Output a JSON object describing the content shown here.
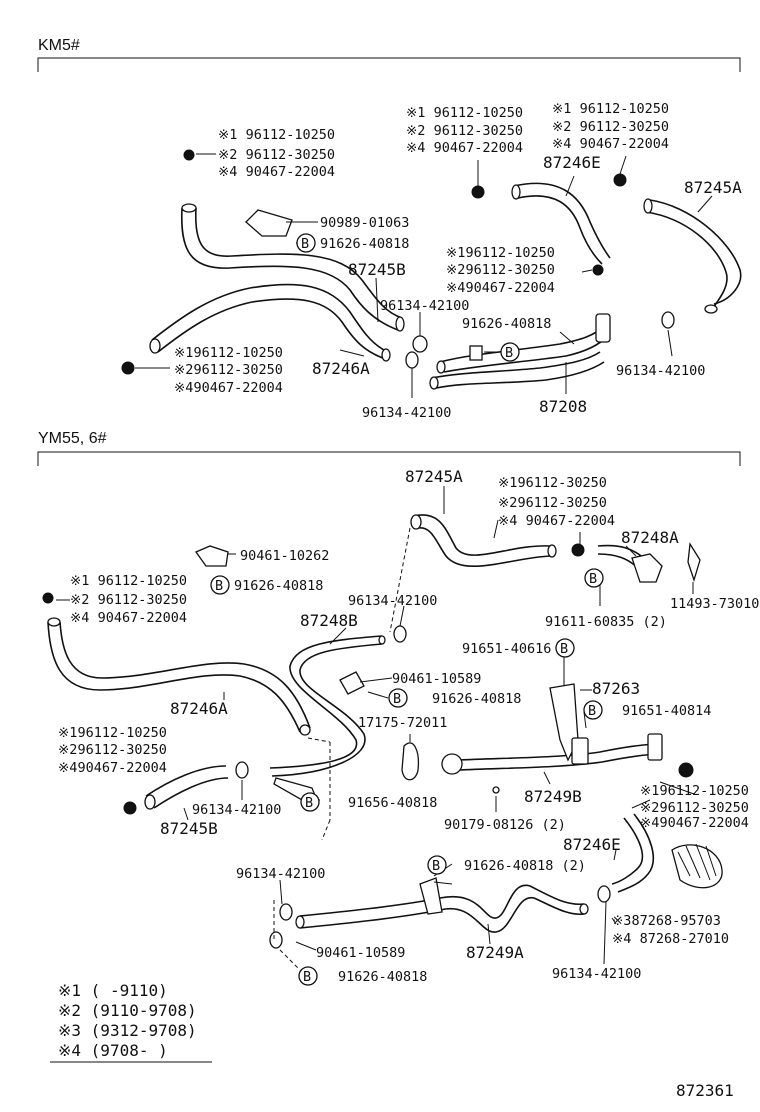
{
  "sections": {
    "km5": "KM5#",
    "ym55": "YM55, 6#"
  },
  "b_symbol": "B",
  "notes": [
    "※1 (      -9110)",
    "※2 (9110-9708)",
    "※3 (9312-9708)",
    "※4 (9708-      )"
  ],
  "figure_number": "872361",
  "top": {
    "clamp_set_a": [
      "※1 96112-10250",
      "※2 96112-30250",
      "※4 90467-22004"
    ],
    "clamp_set_b": [
      "※196112-10250",
      "※296112-30250",
      "※490467-22004"
    ],
    "clamp_set_c": [
      "※1 96112-10250",
      "※2 96112-30250",
      "※4 90467-22004"
    ],
    "clamp_set_d": [
      "※196112-10250",
      "※296112-30250",
      "※490467-22004"
    ],
    "clamp_set_e": [
      "※1 96112-10250",
      "※2 96112-30250",
      "※4 90467-22004"
    ],
    "p90989": "90989-01063",
    "p91626a": "91626-40818",
    "p87245B": "87245B",
    "p96134a": "96134-42100",
    "p87246A": "87246A",
    "p87246E": "87246E",
    "p87245A": "87245A",
    "p91626b": "91626-40818",
    "p96134b": "96134-42100",
    "p96134c": "96134-42100",
    "p87208": "87208"
  },
  "bottom": {
    "p87245A": "87245A",
    "clamp_set_f": [
      "※196112-30250",
      "※296112-30250",
      "※4 90467-22004"
    ],
    "p87248A": "87248A",
    "p90461a": "90461-10262",
    "clamp_set_g": [
      "※1 96112-10250",
      "※2 96112-30250",
      "※4 90467-22004"
    ],
    "p91626c": "91626-40818",
    "p11493": "11493-73010",
    "p91611": "91611-60835 (2)",
    "p96134d": "96134-42100",
    "p87248B": "87248B",
    "p91651a": "91651-40616",
    "p90461b": "90461-10589",
    "p87263": "87263",
    "p91626d": "91626-40818",
    "p87246A": "87246A",
    "p91651b": "91651-40814",
    "p17175": "17175-72011",
    "clamp_set_h": [
      "※196112-10250",
      "※296112-30250",
      "※490467-22004"
    ],
    "p96134e": "96134-42100",
    "p91656": "91656-40818",
    "p87249B": "87249B",
    "clamp_set_i": [
      "※196112-10250",
      "※296112-30250",
      "※490467-22004"
    ],
    "p87245B": "87245B",
    "p90179": "90179-08126 (2)",
    "p87246E": "87246E",
    "p96134f": "96134-42100",
    "p91626e": "91626-40818 (2)",
    "p87268a": "※387268-95703",
    "p87268b": "※4 87268-27010",
    "p90461c": "90461-10589",
    "p87249A": "87249A",
    "p91626f": "91626-40818",
    "p96134g": "96134-42100"
  }
}
